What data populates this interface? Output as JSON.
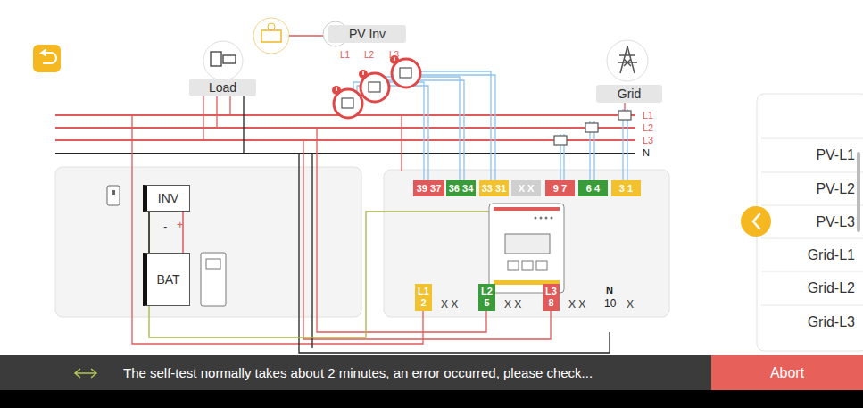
{
  "diagram": {
    "nodes": [
      {
        "text": [
          "Load"
        ]
      },
      {
        "text": [
          "PV Inv"
        ]
      },
      {
        "text": [
          "Grid"
        ]
      },
      {
        "text": [
          "INV"
        ]
      },
      {
        "text": [
          "BAT"
        ]
      },
      {
        "text": [
          "39 37"
        ]
      },
      {
        "text": [
          "36 34"
        ]
      },
      {
        "text": [
          "33 31"
        ]
      },
      {
        "text": [
          "X X"
        ]
      },
      {
        "text": [
          "9 7"
        ]
      },
      {
        "text": [
          "6 4"
        ]
      },
      {
        "text": [
          "3 1"
        ]
      },
      {
        "text": [
          "L1",
          "2"
        ]
      },
      {
        "text": [
          "L2",
          "5"
        ]
      },
      {
        "text": [
          "L3",
          "8"
        ]
      },
      {
        "text": [
          "PV-L1"
        ]
      },
      {
        "text": [
          "PV-L2"
        ]
      },
      {
        "text": [
          "PV-L3"
        ]
      },
      {
        "text": [
          "Grid-L1"
        ]
      },
      {
        "text": [
          "Grid-L2"
        ]
      },
      {
        "text": [
          "Grid-L3"
        ]
      },
      {
        "text": [
          "The self-test normally takes about 2 minutes, an error occurred, please check..."
        ]
      },
      {
        "text": [
          "Abort"
        ],
        "in": 21
      }
    ],
    "edges": [
      {
        "from": 3,
        "to": 4,
        "arrow": "none"
      }
    ],
    "labels": [
      "L1",
      "L2",
      "L3",
      "L1",
      "L2",
      "L3",
      "N",
      "-",
      "+",
      "X X",
      "X X",
      "X X",
      "N",
      "10",
      "X"
    ]
  }
}
